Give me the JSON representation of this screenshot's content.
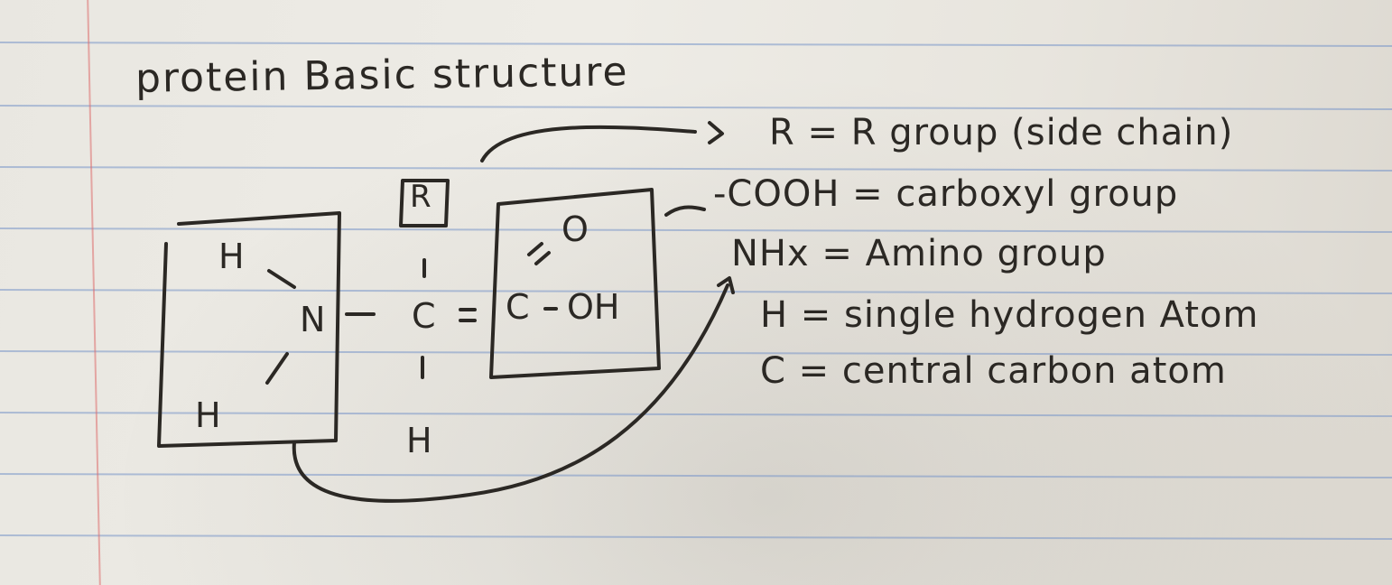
{
  "title": "protein Basic structure",
  "structure": {
    "r_group": "R",
    "amine_h_top": "H",
    "amine_n": "N",
    "amine_h_bottom": "H",
    "central_c": "C",
    "bottom_h": "H",
    "carboxyl_o": "O",
    "carboxyl_c": "C",
    "carboxyl_oh": "OH"
  },
  "legend": [
    "R = R group (side chain)",
    "-COOH = carboxyl group",
    "NHx = Amino group",
    "H = single hydrogen Atom",
    "C = central carbon atom"
  ]
}
